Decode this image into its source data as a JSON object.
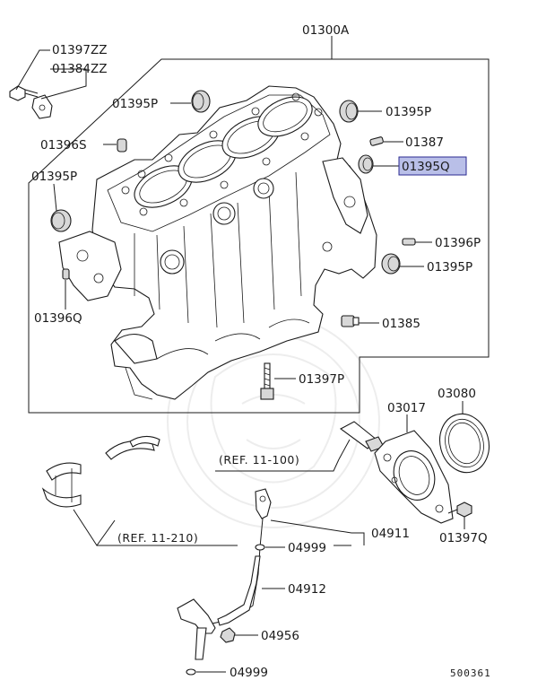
{
  "labels": {
    "assembly": "01300A",
    "bolt_zz": "01397ZZ",
    "washer_zz": "01384ZZ",
    "plug_top_left": "01395P",
    "plug_top_right": "01395P",
    "pin_s": "01396S",
    "pin_387": "01387",
    "plug_q": "01395Q",
    "plug_left": "01395P",
    "pin_p": "01396P",
    "plug_right": "01395P",
    "pin_q": "01396Q",
    "plug_385": "01385",
    "bolt_p": "01397P",
    "seal_case": "03017",
    "oil_seal": "03080",
    "bolt_q": "01397Q",
    "oil_gauge": "04911",
    "oring_upper": "04999",
    "guide": "04912",
    "bolt_956": "04956",
    "oring_lower": "04999",
    "ref_upper": "(REF. 11-100)",
    "ref_lower": "(REF. 11-210)",
    "diagram_number": "500361"
  },
  "highlight_color": "#b9bfe8"
}
